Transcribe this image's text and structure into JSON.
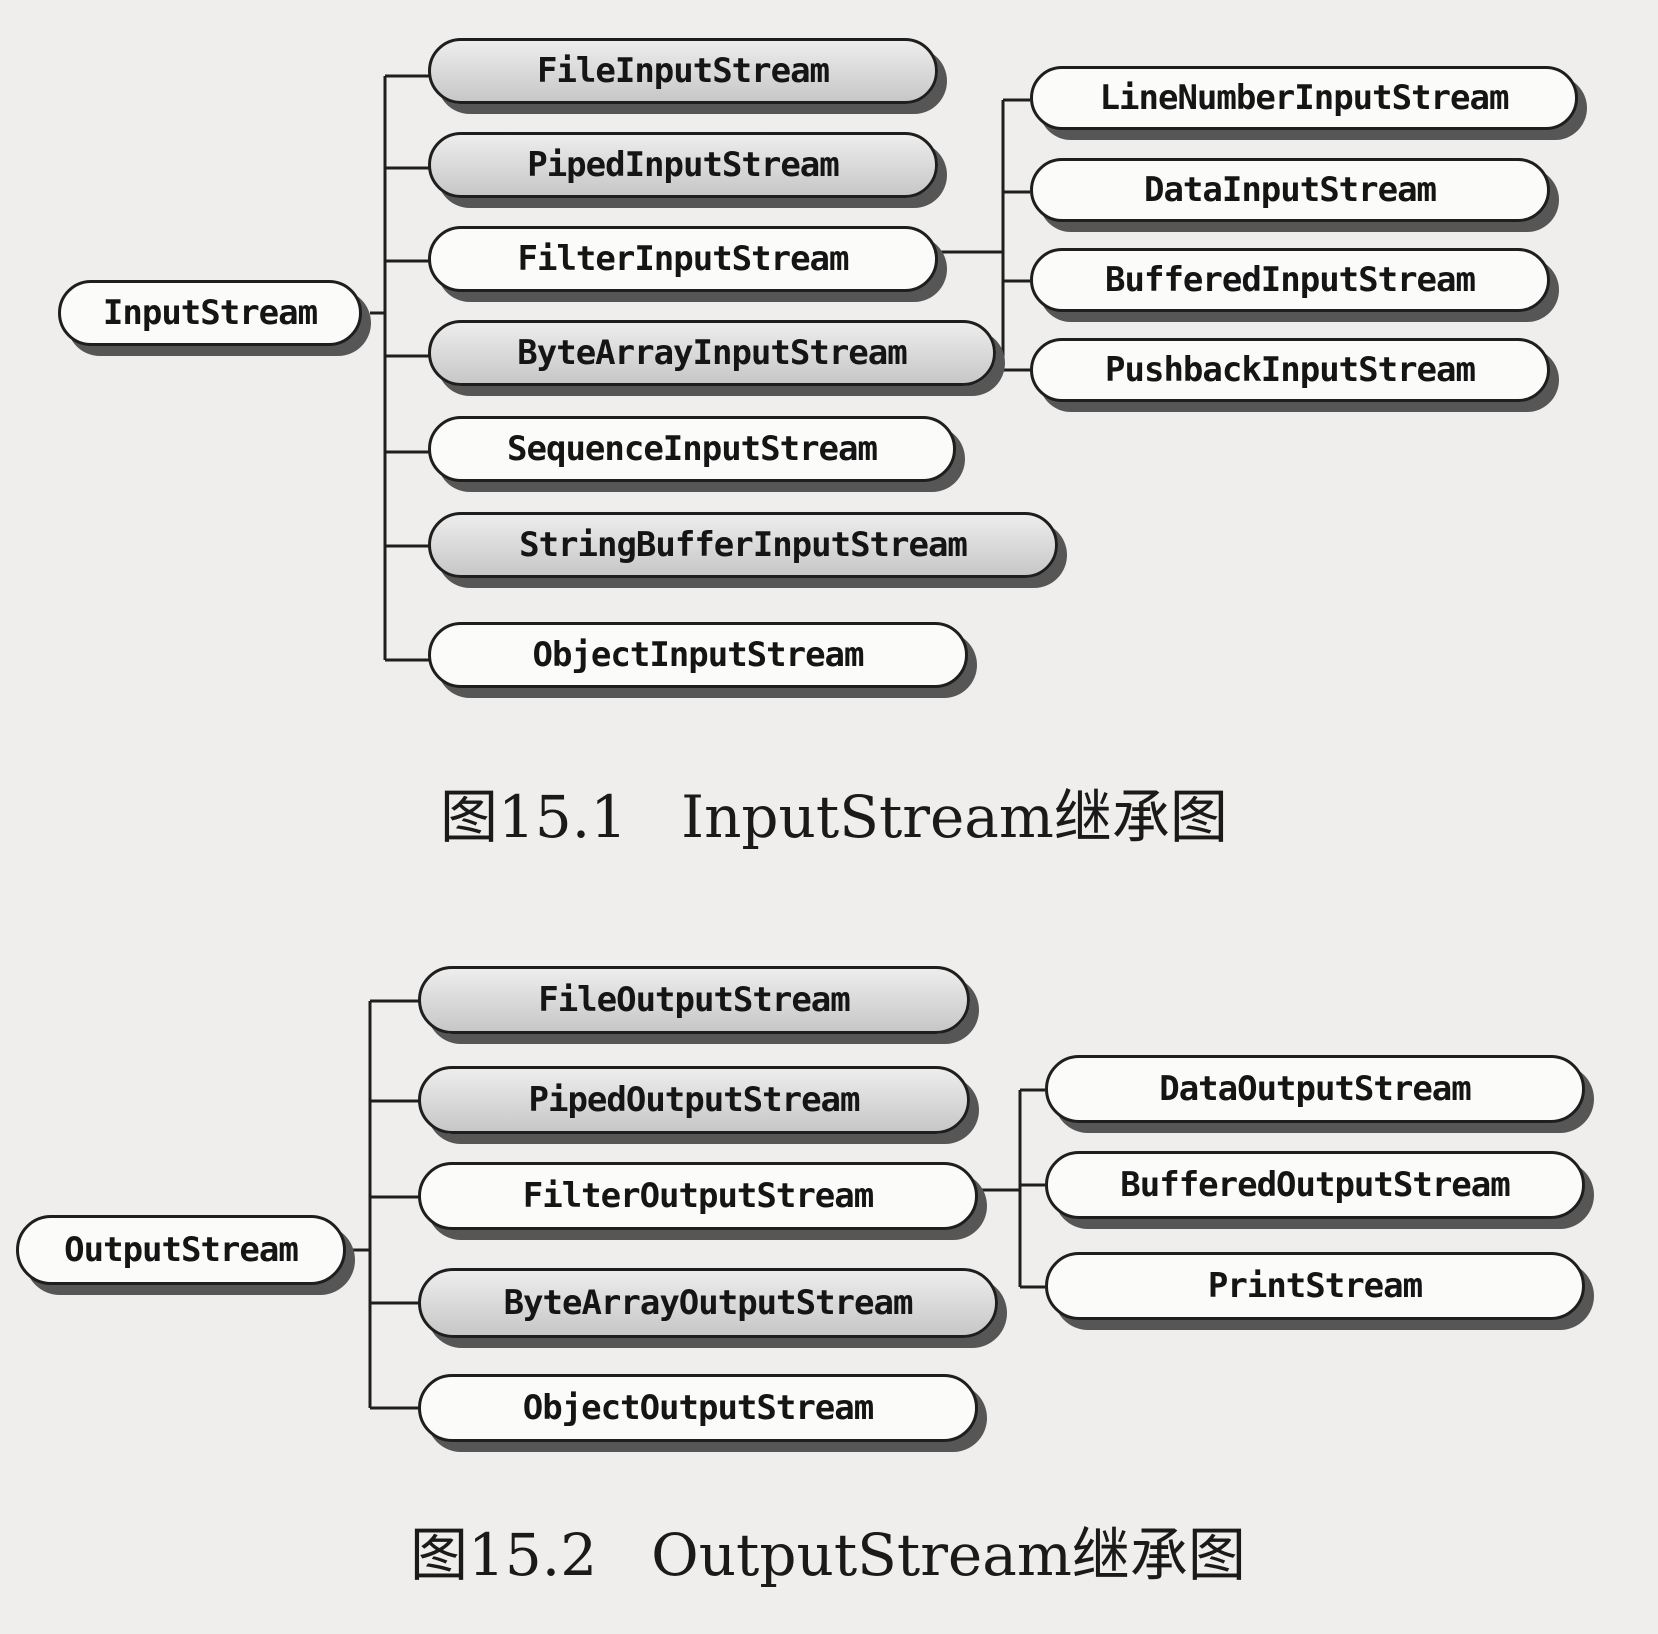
{
  "input_diagram": {
    "root": "InputStream",
    "children": [
      {
        "label": "FileInputStream",
        "shaded": true
      },
      {
        "label": "PipedInputStream",
        "shaded": true
      },
      {
        "label": "FilterInputStream",
        "shaded": false
      },
      {
        "label": "ByteArrayInputStream",
        "shaded": true
      },
      {
        "label": "SequenceInputStream",
        "shaded": false
      },
      {
        "label": "StringBufferInputStream",
        "shaded": true
      },
      {
        "label": "ObjectInputStream",
        "shaded": false
      }
    ],
    "filter_children": [
      {
        "label": "LineNumberInputStream",
        "shaded": false
      },
      {
        "label": "DataInputStream",
        "shaded": false
      },
      {
        "label": "BufferedInputStream",
        "shaded": false
      },
      {
        "label": "PushbackInputStream",
        "shaded": false
      }
    ],
    "caption_number": "图15.1",
    "caption_text": "InputStream继承图"
  },
  "output_diagram": {
    "root": "OutputStream",
    "children": [
      {
        "label": "FileOutputStream",
        "shaded": true
      },
      {
        "label": "PipedOutputStream",
        "shaded": true
      },
      {
        "label": "FilterOutputStream",
        "shaded": false
      },
      {
        "label": "ByteArrayOutputStream",
        "shaded": true
      },
      {
        "label": "ObjectOutputStream",
        "shaded": false
      }
    ],
    "filter_children": [
      {
        "label": "DataOutputStream",
        "shaded": false
      },
      {
        "label": "BufferedOutputStream",
        "shaded": false
      },
      {
        "label": "PrintStream",
        "shaded": false
      }
    ],
    "caption_number": "图15.2",
    "caption_text": "OutputStream继承图"
  }
}
